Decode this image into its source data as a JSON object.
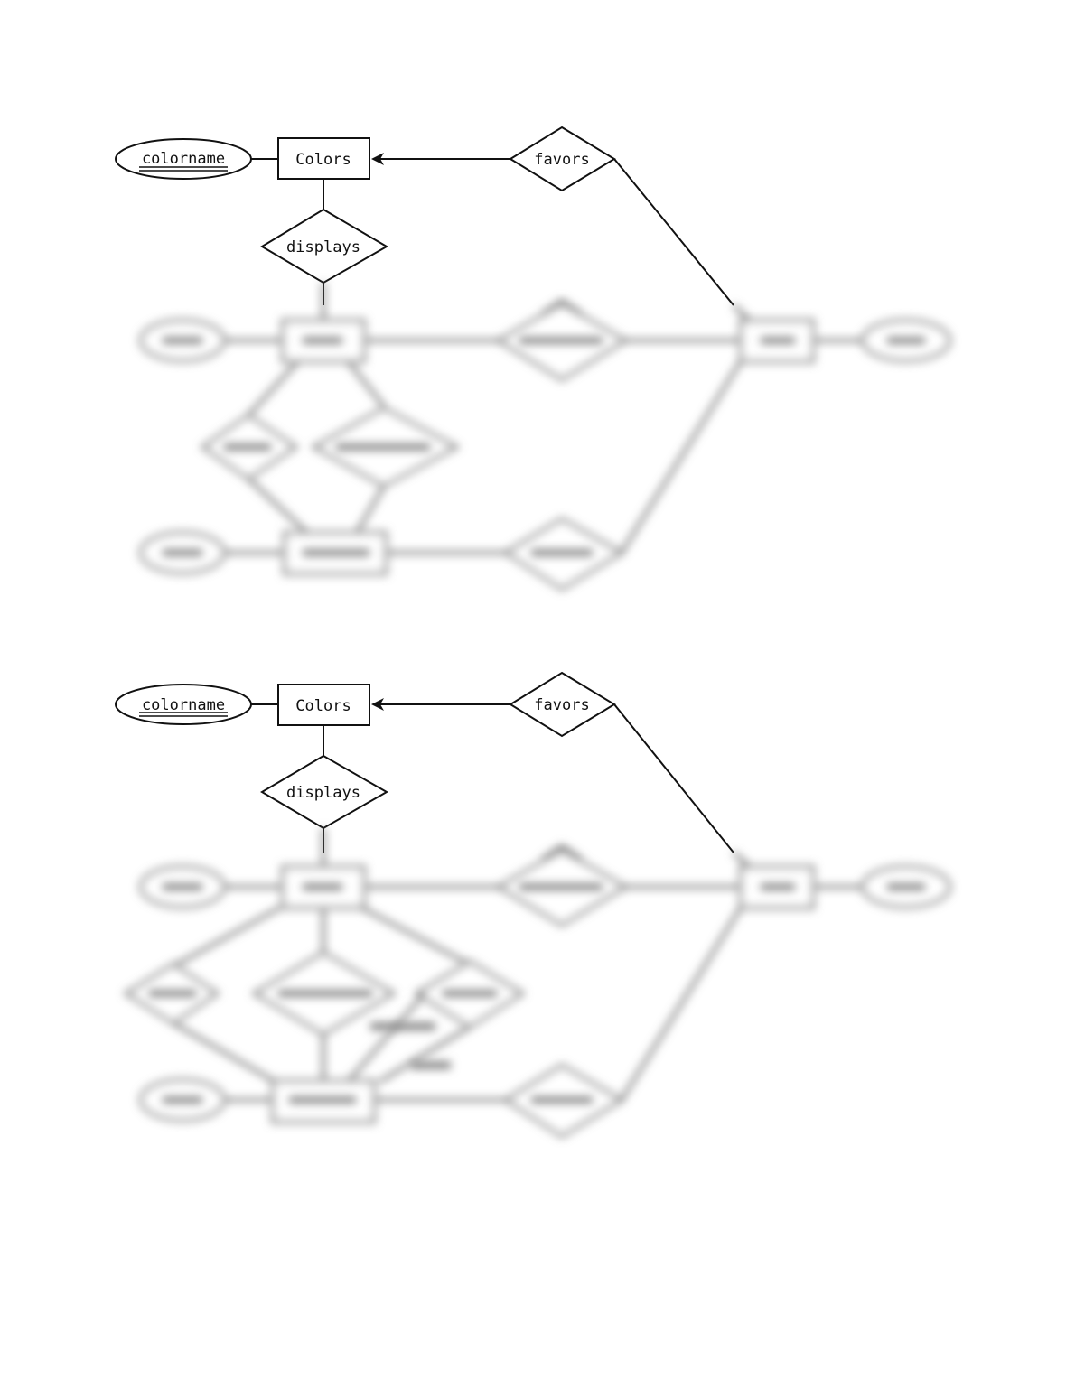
{
  "diagram_1": {
    "attribute_key": "colorname",
    "entity_colors": "Colors",
    "rel_favors": "favors",
    "rel_displays": "displays"
  },
  "diagram_2": {
    "attribute_key": "colorname",
    "entity_colors": "Colors",
    "rel_favors": "favors",
    "rel_displays": "displays"
  }
}
